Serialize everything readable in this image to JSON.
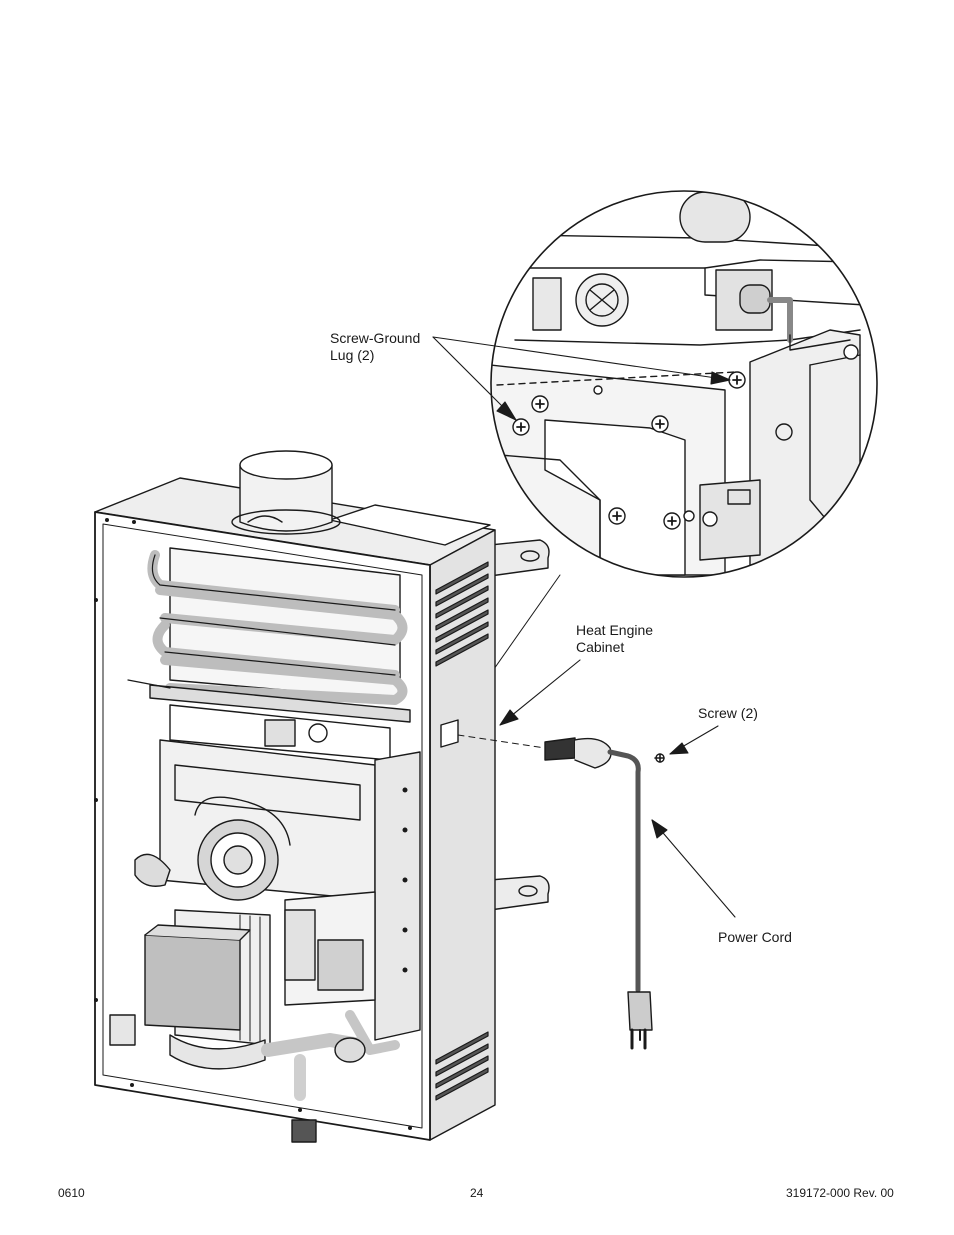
{
  "callouts": {
    "screw_ground_lug": "Screw-Ground\nLug (2)",
    "heat_engine_cabinet": "Heat Engine\nCabinet",
    "screw": "Screw (2)",
    "power_cord": "Power Cord"
  },
  "footer": {
    "left": "0610",
    "center": "24",
    "right": "319172-000 Rev. 00"
  },
  "colors": {
    "ink": "#1a1a1a",
    "panel_gray": "#d9d9d9",
    "component_gray": "#bcbcbc",
    "dark_gray": "#8a8a8a"
  }
}
